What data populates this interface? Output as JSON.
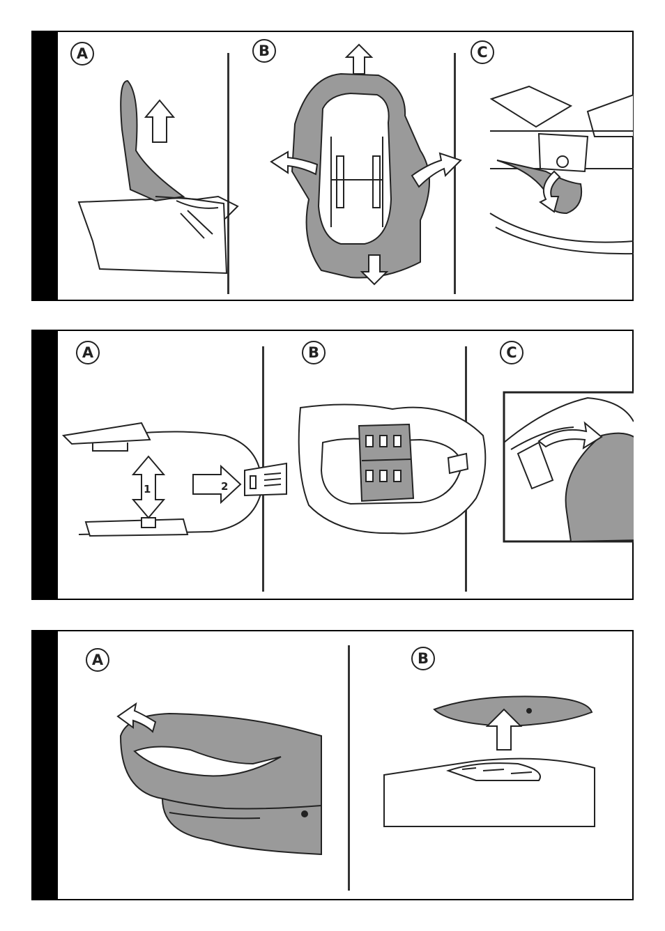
{
  "panels": [
    {
      "labels": [
        "A",
        "B",
        "C"
      ]
    },
    {
      "labels": [
        "A",
        "B",
        "C"
      ],
      "callouts": [
        "1",
        "2"
      ]
    },
    {
      "labels": [
        "A",
        "B"
      ]
    }
  ],
  "colors": {
    "fill": "#9a9a9a",
    "line": "#222222",
    "tab": "#000000"
  }
}
